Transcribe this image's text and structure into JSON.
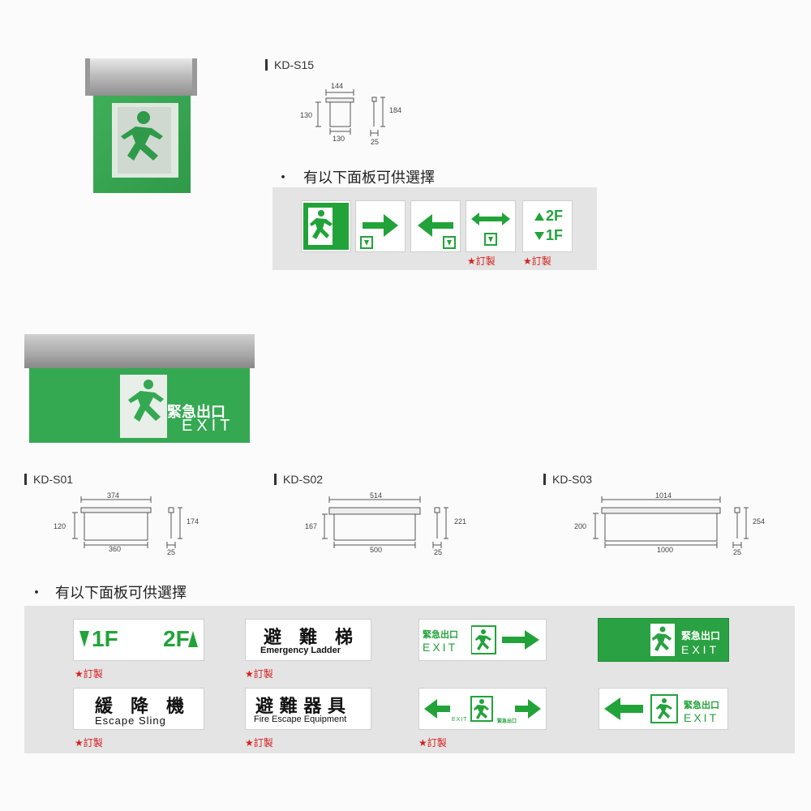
{
  "s15": {
    "model": "KD-S15",
    "dims": {
      "top": "144",
      "left": "130",
      "bottom": "130",
      "side": "184",
      "depth": "25"
    },
    "bullet": "有以下面板可供選擇",
    "order1": "★訂製",
    "order2": "★訂製",
    "floor_up": "2F",
    "floor_down": "1F"
  },
  "big_sign": {
    "cn": "緊急出口",
    "en": "EXIT"
  },
  "s01": {
    "model": "KD-S01",
    "top": "374",
    "left": "120",
    "bottom": "360",
    "side": "174",
    "depth": "25"
  },
  "s02": {
    "model": "KD-S02",
    "top": "514",
    "left": "167",
    "bottom": "500",
    "side": "221",
    "depth": "25"
  },
  "s03": {
    "model": "KD-S03",
    "top": "1014",
    "left": "200",
    "bottom": "1000",
    "side": "254",
    "depth": "25"
  },
  "bullet2": "有以下面板可供選擇",
  "panels": {
    "floor_left": "1F",
    "floor_right": "2F",
    "ladder_cn": "避　難　梯",
    "ladder_en": "Emergency  Ladder",
    "exit_cn": "緊急出口",
    "exit_en": "EXIT",
    "sling_cn": "緩　降　機",
    "sling_en": "Escape  Sling",
    "equip_cn": "避 難 器 具",
    "equip_en": "Fire Escape Equipment",
    "small_exit": "EXIT",
    "small_cn": "緊急出口"
  },
  "orders": [
    "★訂製",
    "★訂製",
    "★訂製",
    "★訂製",
    "★訂製"
  ]
}
